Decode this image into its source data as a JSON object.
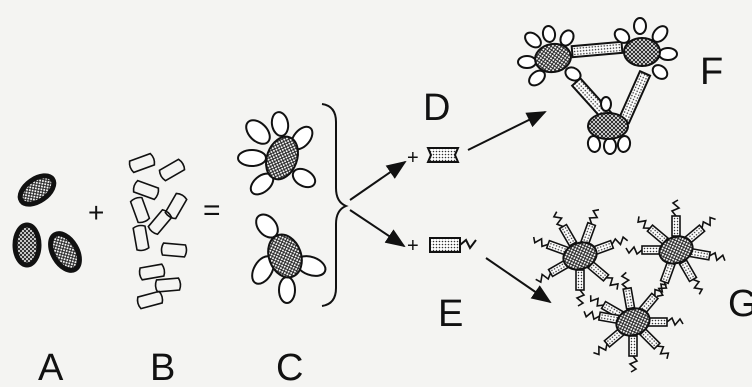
{
  "labels": {
    "A": "A",
    "B": "B",
    "C": "C",
    "D": "D",
    "E": "E",
    "F": "F",
    "G": "G"
  },
  "symbols": {
    "plus": "+",
    "equals": "=",
    "plus_d": "+",
    "plus_e": "+"
  },
  "colors": {
    "ink": "#111111",
    "paper": "#f4f4f2"
  }
}
